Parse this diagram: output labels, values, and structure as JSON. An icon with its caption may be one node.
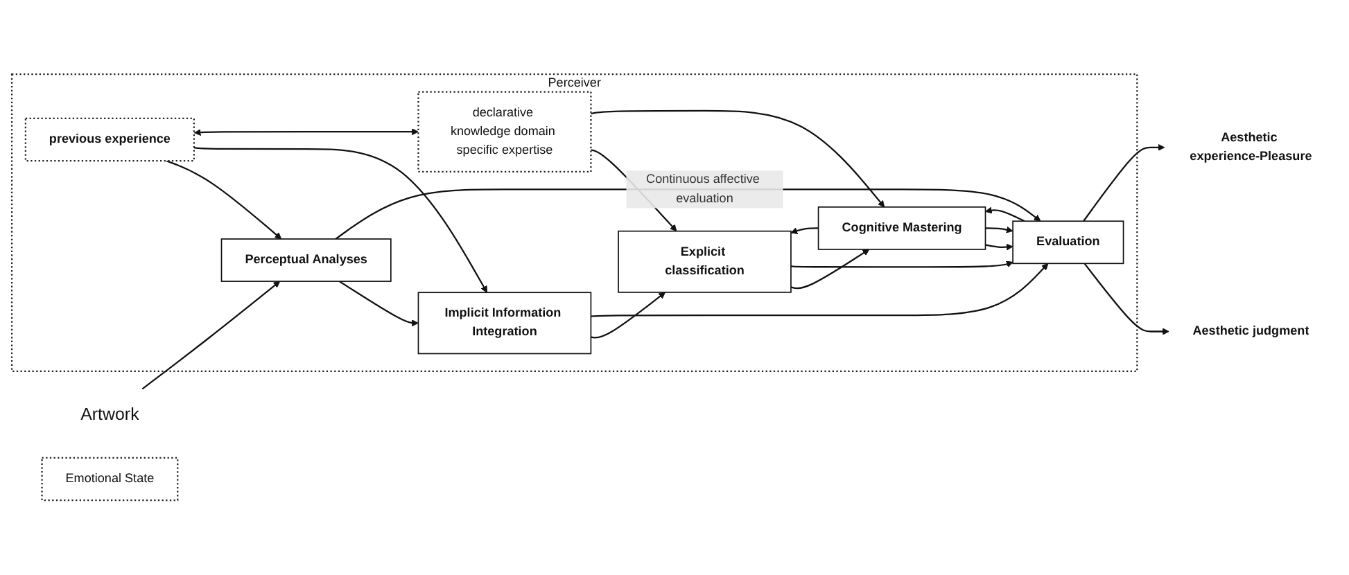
{
  "diagram": {
    "nodes": [
      {
        "text": [
          "Perceiver"
        ]
      },
      {
        "text": [
          "previous experience"
        ],
        "in": 0
      },
      {
        "text": [
          "declarative knowledge domain specific expertise"
        ],
        "in": 0
      },
      {
        "text": [
          "Artwork"
        ]
      },
      {
        "text": [
          "Perceptual Analyses"
        ],
        "in": 0
      },
      {
        "text": [
          "Implicit Information Integration"
        ],
        "in": 0
      },
      {
        "text": [
          "Explicit classification"
        ],
        "in": 0
      },
      {
        "text": [
          "Cognitive Mastering"
        ],
        "in": 0
      },
      {
        "text": [
          "Evaluation"
        ],
        "in": 0
      },
      {
        "text": [
          "Aesthetic judgment"
        ]
      },
      {
        "text": [
          "Aesthetic experience-Pleasure"
        ]
      },
      {
        "text": [
          "Emotional State"
        ]
      }
    ],
    "edges": [
      {
        "from": 1,
        "to": 4,
        "arrow": "to"
      },
      {
        "from": 1,
        "to": 5,
        "arrow": "to"
      },
      {
        "from": 1,
        "to": 2,
        "arrow": "both"
      },
      {
        "from": 2,
        "to": 6,
        "arrow": "to"
      },
      {
        "from": 2,
        "to": 7,
        "arrow": "to"
      },
      {
        "from": 3,
        "to": 4,
        "arrow": "to"
      },
      {
        "from": 4,
        "to": 5,
        "arrow": "to"
      },
      {
        "from": 5,
        "to": 6,
        "arrow": "to"
      },
      {
        "from": 6,
        "to": 7,
        "arrow": "to"
      },
      {
        "from": 7,
        "to": 6,
        "arrow": "to"
      },
      {
        "from": 7,
        "to": 8,
        "arrow": "to"
      },
      {
        "from": 8,
        "to": 7,
        "arrow": "to"
      },
      {
        "from": 8,
        "to": 9,
        "arrow": "to"
      },
      {
        "from": 8,
        "to": 10,
        "arrow": "to"
      },
      {
        "from": 4,
        "to": 8,
        "arrow": "to",
        "label": "Continuous affective evaluation"
      },
      {
        "from": 5,
        "to": 8,
        "arrow": "to"
      },
      {
        "from": 6,
        "to": 8,
        "arrow": "to"
      },
      {
        "from": 7,
        "to": 8,
        "arrow": "to"
      }
    ]
  }
}
